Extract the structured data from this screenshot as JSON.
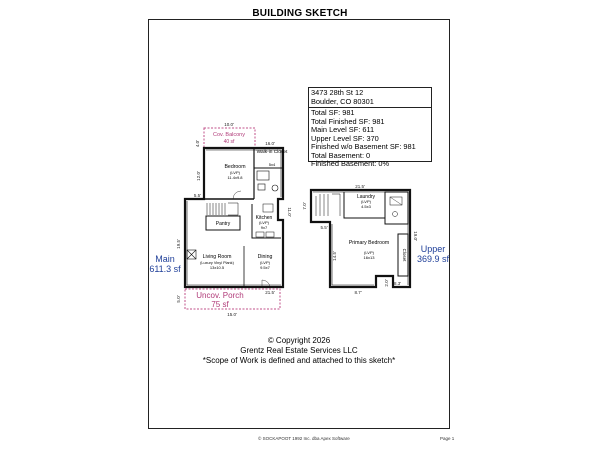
{
  "header": {
    "title": "BUILDING SKETCH"
  },
  "info_box": {
    "address_line1": "3473 28th St 12",
    "address_line2": "Boulder, CO 80301",
    "total_sf": "Total SF: 981",
    "total_finished_sf": "Total Finished SF: 981",
    "main_level_sf": "Main Level SF: 611",
    "upper_level_sf": "Upper Level SF: 370",
    "finished_wo_basement_sf": "Finished w/o Basement SF: 981",
    "total_basement": "Total Basement: 0",
    "finished_basement": "Finished Basement: 0%"
  },
  "main_level": {
    "label": "Main",
    "area": "611.3 sf",
    "balcony": {
      "name": "Cov. Balcony",
      "area": "40 sf"
    },
    "porch": {
      "name": "Uncov. Porch",
      "area": "75 sf"
    },
    "walk_in_closet": {
      "name": "Walk-in Closet",
      "size": "5x4"
    },
    "bedroom": {
      "name": "Bedroom",
      "flooring": "(LVP)",
      "size": "11.4x9.8"
    },
    "pantry": {
      "name": "Pantry"
    },
    "kitchen": {
      "name": "Kitchen",
      "flooring": "(LVP)",
      "size": "9x7"
    },
    "living_room": {
      "name": "Living Room",
      "flooring": "(Luxury Vinyl Plank)",
      "size": "13x10.5"
    },
    "dining": {
      "name": "Dining",
      "flooring": "(LVP)",
      "size": "9.5x7"
    },
    "dims": {
      "balcony_top": "10.0'",
      "balcony_side": "4.0'",
      "closet_top": "16.0'",
      "bedroom_side": "12.0'",
      "step": "5.5'",
      "kitchen_side": "11.0'",
      "living_side": "19.5'",
      "bottom": "21.5'",
      "porch_side": "5.0'",
      "porch_bottom": "15.0'"
    }
  },
  "upper_level": {
    "label": "Upper",
    "area": "369.9 sf",
    "laundry": {
      "name": "Laundry",
      "flooring": "(LVP)",
      "size": "4.5x3"
    },
    "primary_bedroom": {
      "name": "Primary Bedroom",
      "flooring": "(LVP)",
      "size": "16x13"
    },
    "closet": {
      "name": "Closet"
    },
    "dims": {
      "top": "21.5'",
      "left_upper": "7.0'",
      "right": "19.0'",
      "step": "5.5'",
      "left": "14.5'",
      "bottom": "8.7'",
      "notch_side": "2.0'",
      "notch_bottom": "8.3'"
    }
  },
  "copyright": {
    "line1": "© Copyright 2026",
    "line2": "Grentz Real Estate Services LLC",
    "line3": "*Scope of Work is defined and attached to this sketch*"
  },
  "footer": {
    "left": "© SOCKAPOOT 1992 Inc. dba Apex Software",
    "right": "Page 1"
  }
}
